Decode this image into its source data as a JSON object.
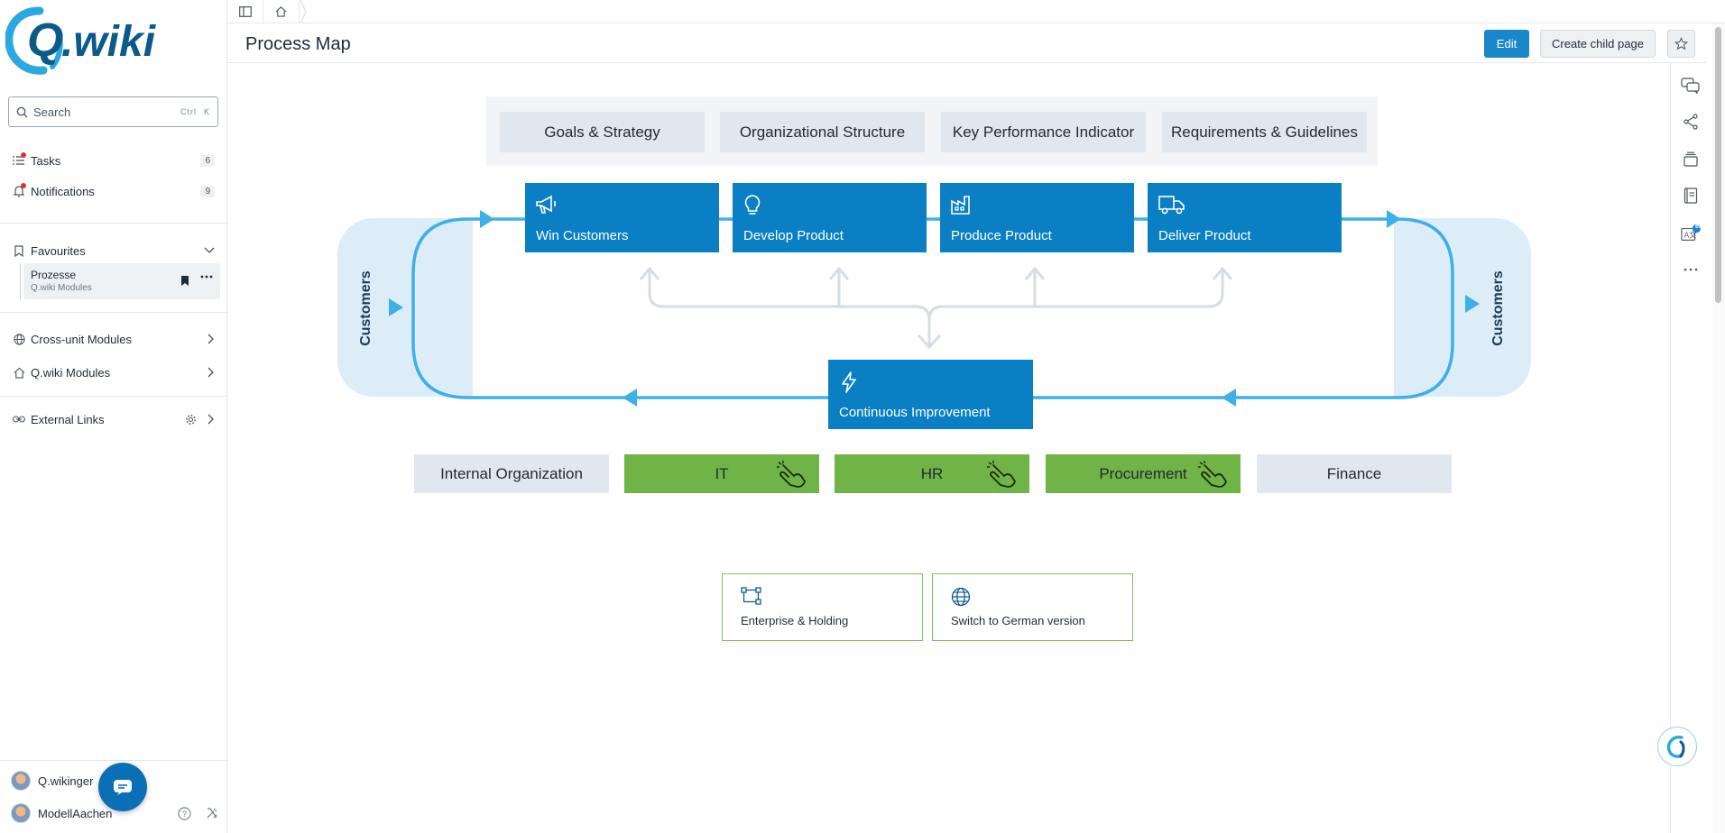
{
  "app": {
    "logo_text": "Q.wiki"
  },
  "sidebar": {
    "search": {
      "placeholder": "Search",
      "shortcut_ctrl": "Ctrl",
      "shortcut_key": "K"
    },
    "tasks": {
      "label": "Tasks",
      "count": "6"
    },
    "notifications": {
      "label": "Notifications",
      "count": "9"
    },
    "favourites": {
      "label": "Favourites",
      "items": [
        {
          "title": "Prozesse",
          "subtitle": "Q.wiki Modules"
        }
      ]
    },
    "sections": [
      {
        "label": "Cross-unit Modules"
      },
      {
        "label": "Q.wiki Modules"
      },
      {
        "label": "External Links"
      }
    ],
    "users": [
      {
        "name": "Q.wikinger"
      },
      {
        "name": "ModellAachen"
      }
    ]
  },
  "header": {
    "title": "Process Map",
    "edit_label": "Edit",
    "create_child_label": "Create child page"
  },
  "rail": {
    "translate_badge": "en"
  },
  "process_map": {
    "management": [
      "Goals  & Strategy",
      "Organizational Structure",
      "Key Performance Indicator",
      "Requirements & Guidelines"
    ],
    "core": [
      "Win Customers",
      "Develop Product",
      "Produce Product",
      "Deliver Product"
    ],
    "improvement": "Continuous Improvement",
    "customers_left": "Customers",
    "customers_right": "Customers",
    "support": [
      {
        "label": "Internal Organization",
        "style": "gray"
      },
      {
        "label": "IT",
        "style": "green"
      },
      {
        "label": "HR",
        "style": "green"
      },
      {
        "label": "Procurement",
        "style": "green"
      },
      {
        "label": "Finance",
        "style": "gray"
      }
    ],
    "links": [
      "Enterprise & Holding",
      "Switch to German version"
    ]
  },
  "colors": {
    "brand_blue": "#0a7fc4",
    "flow_blue": "#3db0e8",
    "support_green": "#70b347",
    "badge_red": "#e0322f"
  }
}
